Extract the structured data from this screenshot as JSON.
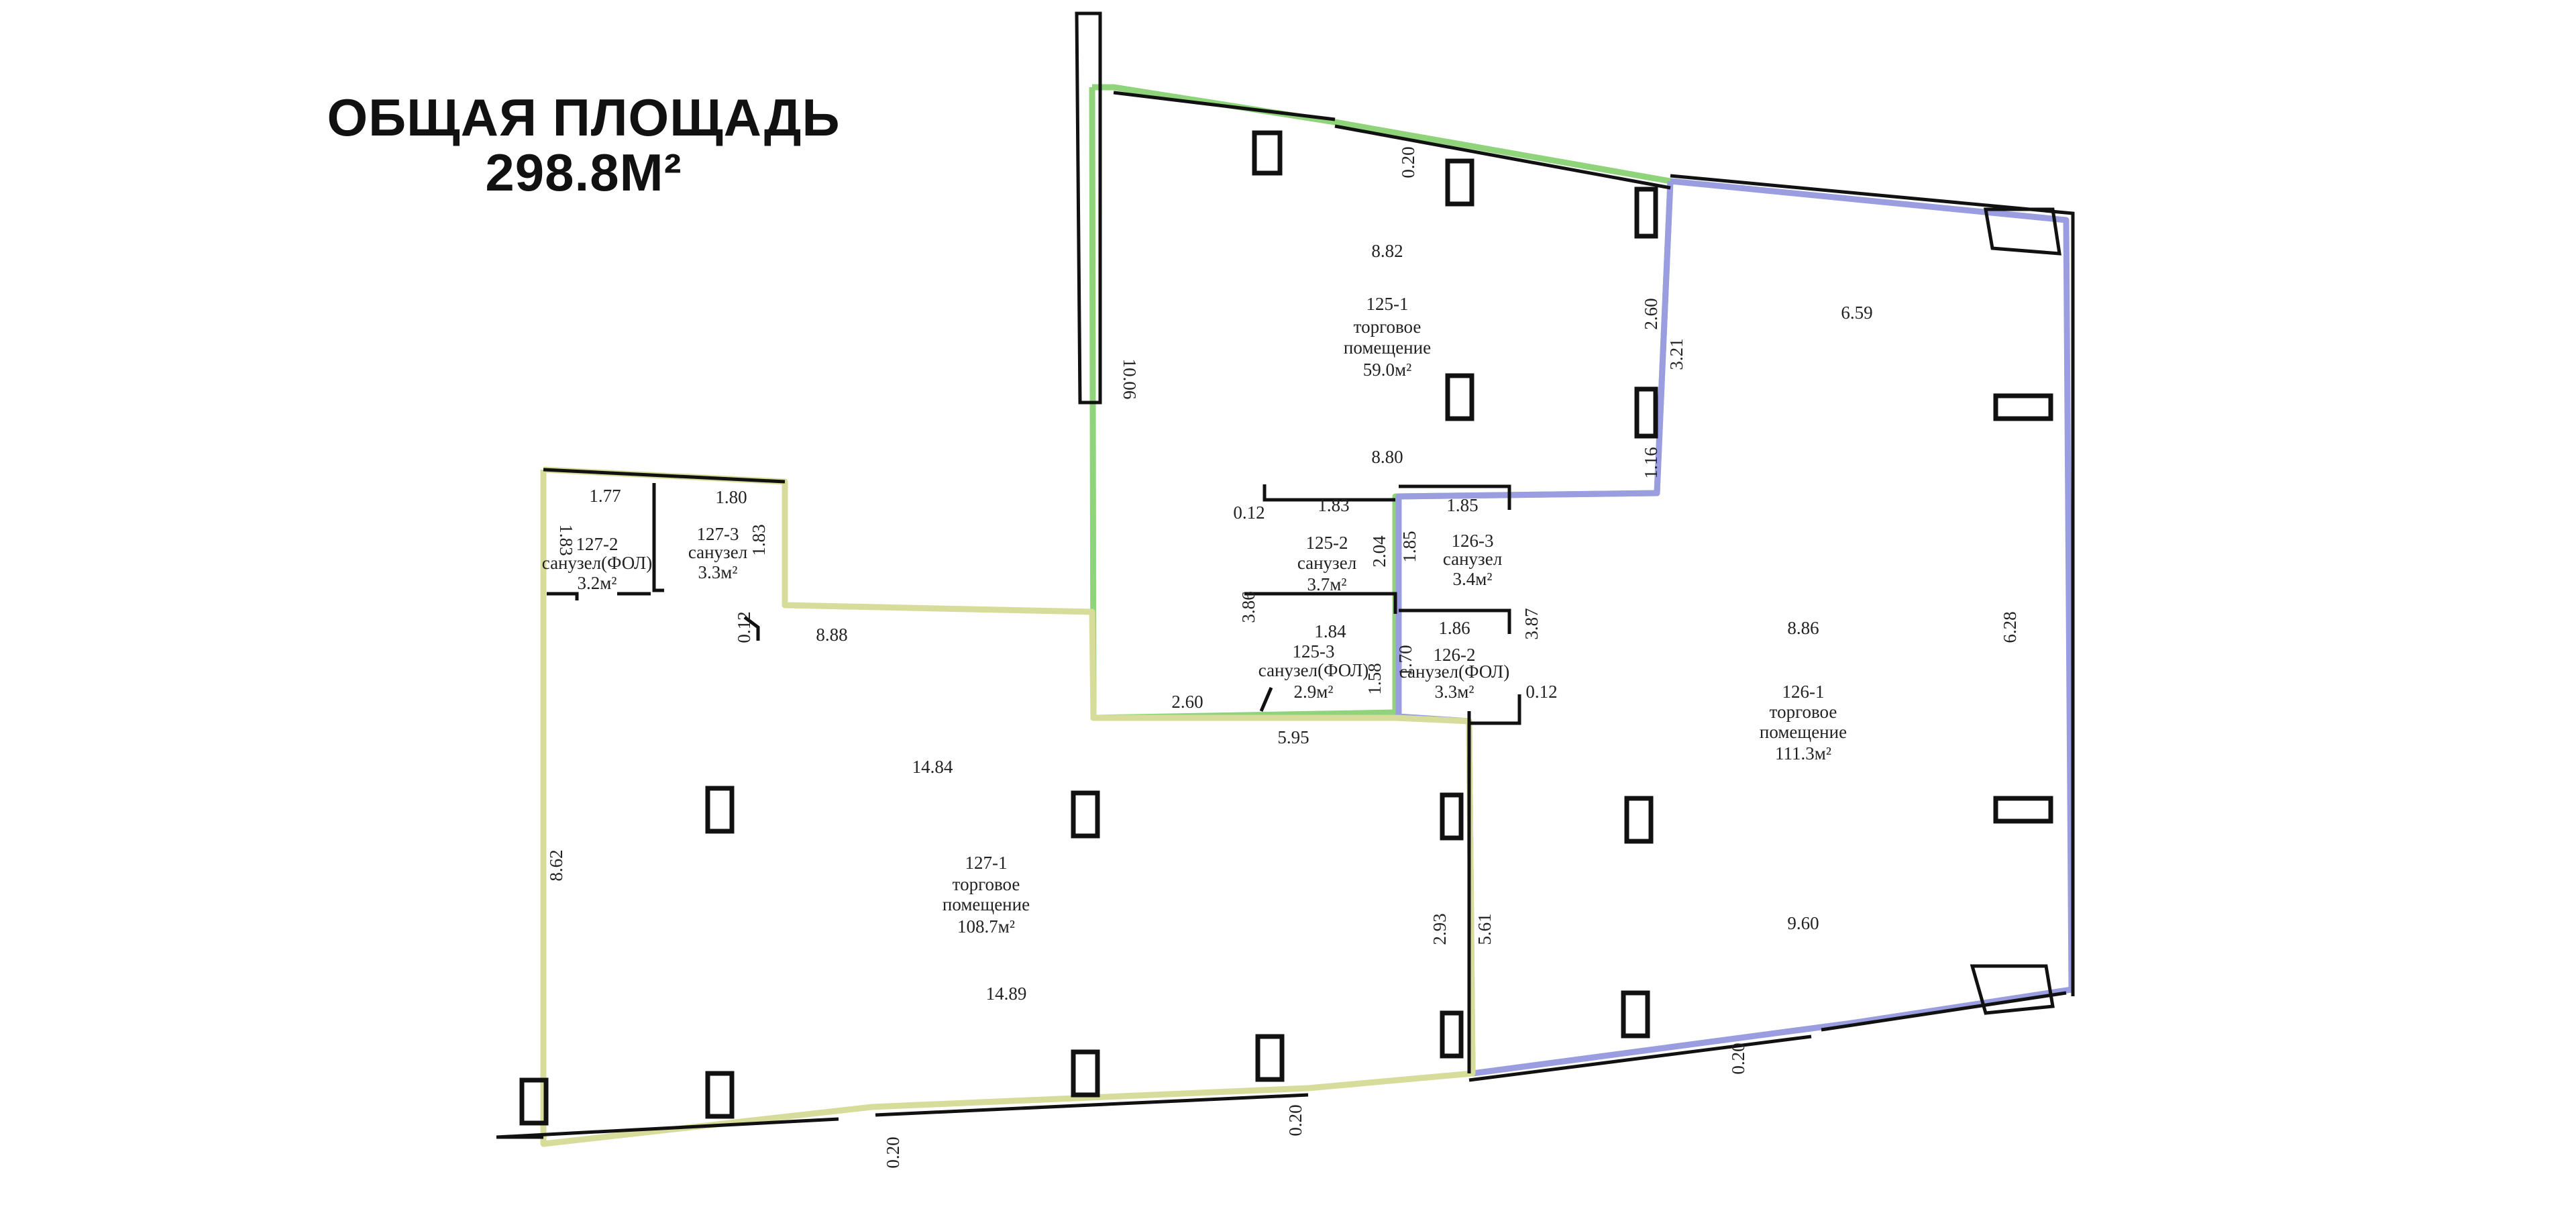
{
  "title": {
    "line1": "ОБЩАЯ ПЛОЩАДЬ",
    "line2": "298.8М²"
  },
  "colors": {
    "room_125": "#8fd47a",
    "room_126": "#9a9ee0",
    "room_127": "#d8dc9a",
    "wall": "#111111"
  },
  "rooms": [
    {
      "id": "125-1",
      "type": "торговое",
      "type2": "помещение",
      "area": "59.0м²"
    },
    {
      "id": "125-2",
      "type": "санузел",
      "area": "3.7м²"
    },
    {
      "id": "125-3",
      "type": "санузел(ФОЛ)",
      "area": "2.9м²"
    },
    {
      "id": "126-1",
      "type": "торговое",
      "type2": "помещение",
      "area": "111.3м²"
    },
    {
      "id": "126-2",
      "type": "санузел(ФОЛ)",
      "area": "3.3м²"
    },
    {
      "id": "126-3",
      "type": "санузел",
      "area": "3.4м²"
    },
    {
      "id": "127-1",
      "type": "торговое",
      "type2": "помещение",
      "area": "108.7м²"
    },
    {
      "id": "127-2",
      "type": "санузел(ФОЛ)",
      "area": "3.2м²"
    },
    {
      "id": "127-3",
      "type": "санузел",
      "area": "3.3м²"
    }
  ],
  "dimensions": {
    "d_8_82": "8.82",
    "d_10_06": "10.06",
    "d_2_60_top": "2.60",
    "d_8_80": "8.80",
    "d_1_16": "1.16",
    "d_3_21": "3.21",
    "d_0_20_top": "0.20",
    "d_6_59": "6.59",
    "d_6_28": "6.28",
    "d_8_86": "8.86",
    "d_9_60": "9.60",
    "d_0_20_right": "0.20",
    "d_1_83_a": "1.83",
    "d_1_85_a": "1.85",
    "d_0_12_a": "0.12",
    "d_2_04": "2.04",
    "d_1_85_b": "1.85",
    "d_3_86": "3.86",
    "d_1_84": "1.84",
    "d_1_86": "1.86",
    "d_3_87": "3.87",
    "d_1_58": "1.58",
    "d_1_70": "1.70",
    "d_0_12_b": "0.12",
    "d_2_60_bottom": "2.60",
    "d_5_95": "5.95",
    "d_1_77": "1.77",
    "d_1_80": "1.80",
    "d_1_83_b": "1.83",
    "d_1_83_c": "1.83",
    "d_0_12_c": "0.12",
    "d_8_88": "8.88",
    "d_14_84": "14.84",
    "d_8_62": "8.62",
    "d_14_89": "14.89",
    "d_2_93": "2.93",
    "d_5_61": "5.61",
    "d_0_20_bottom_a": "0.20",
    "d_0_20_bottom_b": "0.20"
  }
}
